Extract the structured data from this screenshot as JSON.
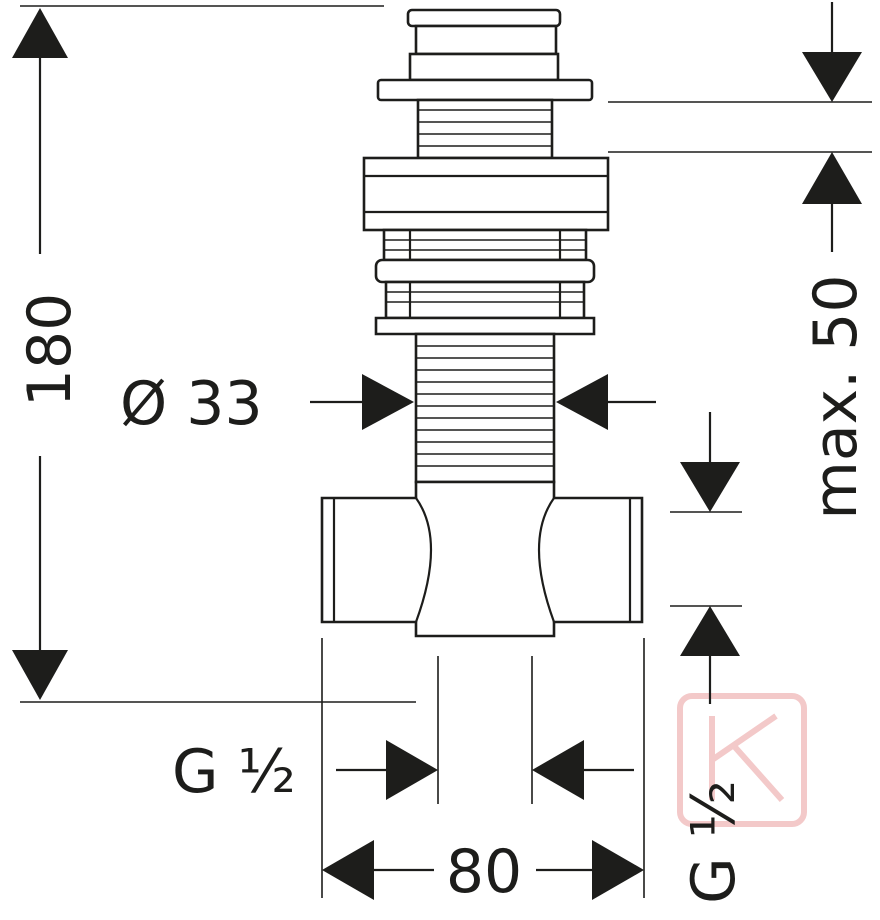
{
  "dimensions": {
    "height_total": "180",
    "diameter": "Ø 33",
    "max_depth": "max. 50",
    "connection_left": "G ½",
    "connection_right": "G ½",
    "width": "80"
  },
  "colors": {
    "line": "#1d1d1b",
    "watermark": "#f3c9c9"
  }
}
